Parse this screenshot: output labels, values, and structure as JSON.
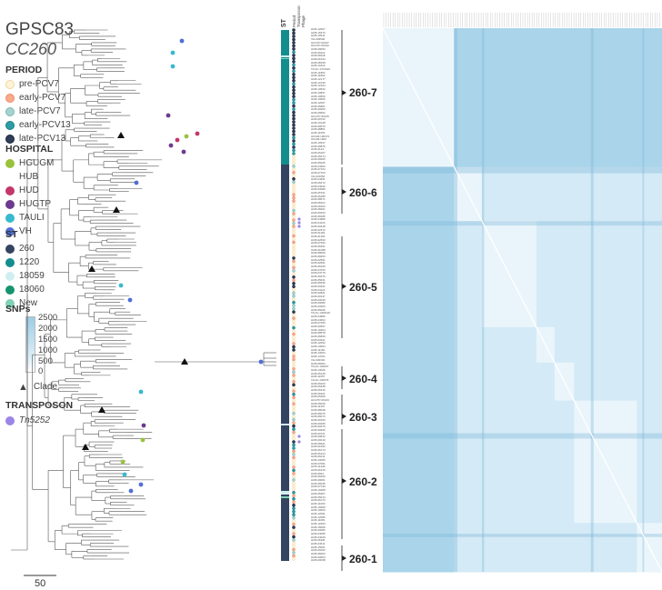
{
  "title": "GPSC83",
  "subtitle": "CC260",
  "legend": {
    "period": {
      "heading": "PERIOD",
      "items": [
        {
          "label": "pre-PCV7",
          "color": "#fff3d9",
          "border": "#f3d49a"
        },
        {
          "label": "early-PCV7",
          "color": "#f6ab8a",
          "border": "#f08a6c"
        },
        {
          "label": "late-PCV7",
          "color": "#a6d3cf",
          "border": "#7fb8b4"
        },
        {
          "label": "early-PCV13",
          "color": "#2a9fa6",
          "border": "#1d7c83"
        },
        {
          "label": "late-PCV13",
          "color": "#2f3d58",
          "border": "#1c2638"
        }
      ]
    },
    "hospital": {
      "heading": "HOSPITAL",
      "items": [
        {
          "label": "HGUGM",
          "color": "#9ac23c"
        },
        {
          "label": "HUB",
          "color": "#ffffff"
        },
        {
          "label": "HUD",
          "color": "#c4366a"
        },
        {
          "label": "HUGTP",
          "color": "#6c3a8e"
        },
        {
          "label": "TAULI",
          "color": "#37b9cf"
        },
        {
          "label": "VH",
          "color": "#4f6fd6"
        }
      ]
    },
    "st": {
      "heading": "ST",
      "items": [
        {
          "label": "260",
          "color": "#34435f"
        },
        {
          "label": "1220",
          "color": "#148d8f"
        },
        {
          "label": "18059",
          "color": "#cfeef0"
        },
        {
          "label": "18060",
          "color": "#17946f"
        },
        {
          "label": "New",
          "color": "#7fd1b4"
        }
      ]
    },
    "snps": {
      "heading": "SNPs",
      "ticks": [
        "2500",
        "2000",
        "1500",
        "1000",
        "500",
        "0"
      ]
    },
    "clade": {
      "label": "Clade",
      "symbol": "▲"
    },
    "transposon": {
      "heading": "TRANSPOSON",
      "items": [
        {
          "label": "Tn5252",
          "color": "#9b86e6"
        }
      ]
    }
  },
  "column_headers": {
    "st": "ST",
    "period": "Period",
    "transposon": "Transposon",
    "phage": "Phage"
  },
  "clades": [
    "260-7",
    "260-6",
    "260-5",
    "260-4",
    "260-3",
    "260-2",
    "260-1"
  ],
  "scale_bar": {
    "label": "50"
  },
  "colors": {
    "st_260": "#34435f",
    "st_1220": "#148d8f",
    "heat_high": "#a9d4ea",
    "heat_mid": "#d4eaf6",
    "heat_low": "#eaf5fb",
    "tree": "#555555"
  },
  "tip_labels": [
    "HUB-12927",
    "HUB-15373",
    "HUB-19911",
    "VH-029506",
    "HUGTP-06237",
    "HUGTP-06210",
    "HUB-09093",
    "HUB-09114",
    "HUB-08118",
    "HUB-06134",
    "HUB-08158",
    "HUB-10110",
    "TAULI-1701610",
    "HUB-11863",
    "HUB-11802",
    "HUB-12177",
    "HUB-12136",
    "HUB-12164",
    "HUB-10542",
    "HUB-10837",
    "HUB-10653",
    "HUB-10566",
    "HUB-12007",
    "HUB-06801",
    "HUB-09350",
    "HUB-09662",
    "HUGTP-06215",
    "HUB-09702",
    "HUB-10148",
    "HUB-09670",
    "HUB-08851",
    "HUB-11054",
    "HUGM-100472",
    "HUGM-1603",
    "HUB-10547",
    "HUB-09876",
    "HUB-0123",
    "HUB-06107",
    "HUB-06474",
    "HUB-06006",
    "HUB-06025",
    "HUB-04303",
    "HUB-07104",
    "HUB-07103",
    "VH-021652",
    "HUB-04691",
    "HUB-06472",
    "HUB-04642",
    "HUB-03080",
    "HUB-06701",
    "HUB-06185",
    "HUB-08671",
    "HUB-08110",
    "HUB-09163",
    "HUB-08201",
    "HUB-09333",
    "HUB-08186",
    "HUB-04986",
    "HUB-04116",
    "HUB-00218",
    "HUB-02372",
    "HUB-01181",
    "HUB-01181",
    "HUB-02630",
    "HUB-07493",
    "HUB-06201",
    "HUB-01088",
    "HUB-08009",
    "HUB-08263",
    "HUB-02591",
    "HUB-02661",
    "HUB-06346",
    "HUB-04763",
    "HUB-04779",
    "HUB-06370",
    "HUB-05031",
    "HUB-06536",
    "HUB-03341",
    "HUB-04114",
    "HUB-02821",
    "HUB-00147",
    "HUB-00049",
    "HUB-00080",
    "HUB-03300",
    "HUB-05026",
    "TAULI-1300136",
    "HUB-04580",
    "HUB-04664",
    "HUB-07465",
    "HUB-00567",
    "HUB-10364",
    "HUB-08578",
    "HUB-06820",
    "HUB-03321",
    "HUB-12093",
    "HUB-13064",
    "HUB-11181",
    "HUB-13004",
    "HUB-14701",
    "VH-030304",
    "HUB-06084",
    "TAULI-100067",
    "HUB-13026",
    "HUB-06145",
    "HUB-11057",
    "TAULI-100079",
    "HUB-06320",
    "HUB-06338",
    "HUB-06316",
    "HUB-06321",
    "HUB-05460",
    "HUGTP-06213",
    "HUB-06030",
    "HUB-11257",
    "HUB-08048",
    "HUB-06075",
    "HUB-06073",
    "HUB-09150",
    "HUB-00305",
    "HUB-00276",
    "HUB-00206",
    "HUB-00721",
    "HUB-00812",
    "HUB-00419",
    "HUB-06621",
    "HUB-01052",
    "HUB-06173",
    "HUB-06124",
    "HUB-06211",
    "HUB-10005",
    "HUB-07061",
    "HUB-11246",
    "HUB-06120",
    "HUB-0602",
    "HUB-06260",
    "HUB-00061",
    "HUB-06045",
    "HUB-07130",
    "HUB-10308",
    "HUB-06307",
    "HUB-05014",
    "HUB-06170",
    "HUB-11000",
    "HUB-10900",
    "HUB-10620",
    "HUB-12091",
    "HUB-12095",
    "HUB-11081",
    "HUB-12400",
    "HUB-15009",
    "HUB-00083",
    "HUB-04095",
    "HUB-04040",
    "HUB-06181",
    "HUB-04611",
    "HUB-15051",
    "HUB-00102",
    "HUB-06003",
    "HUB-00064",
    "HUB-00038"
  ]
}
